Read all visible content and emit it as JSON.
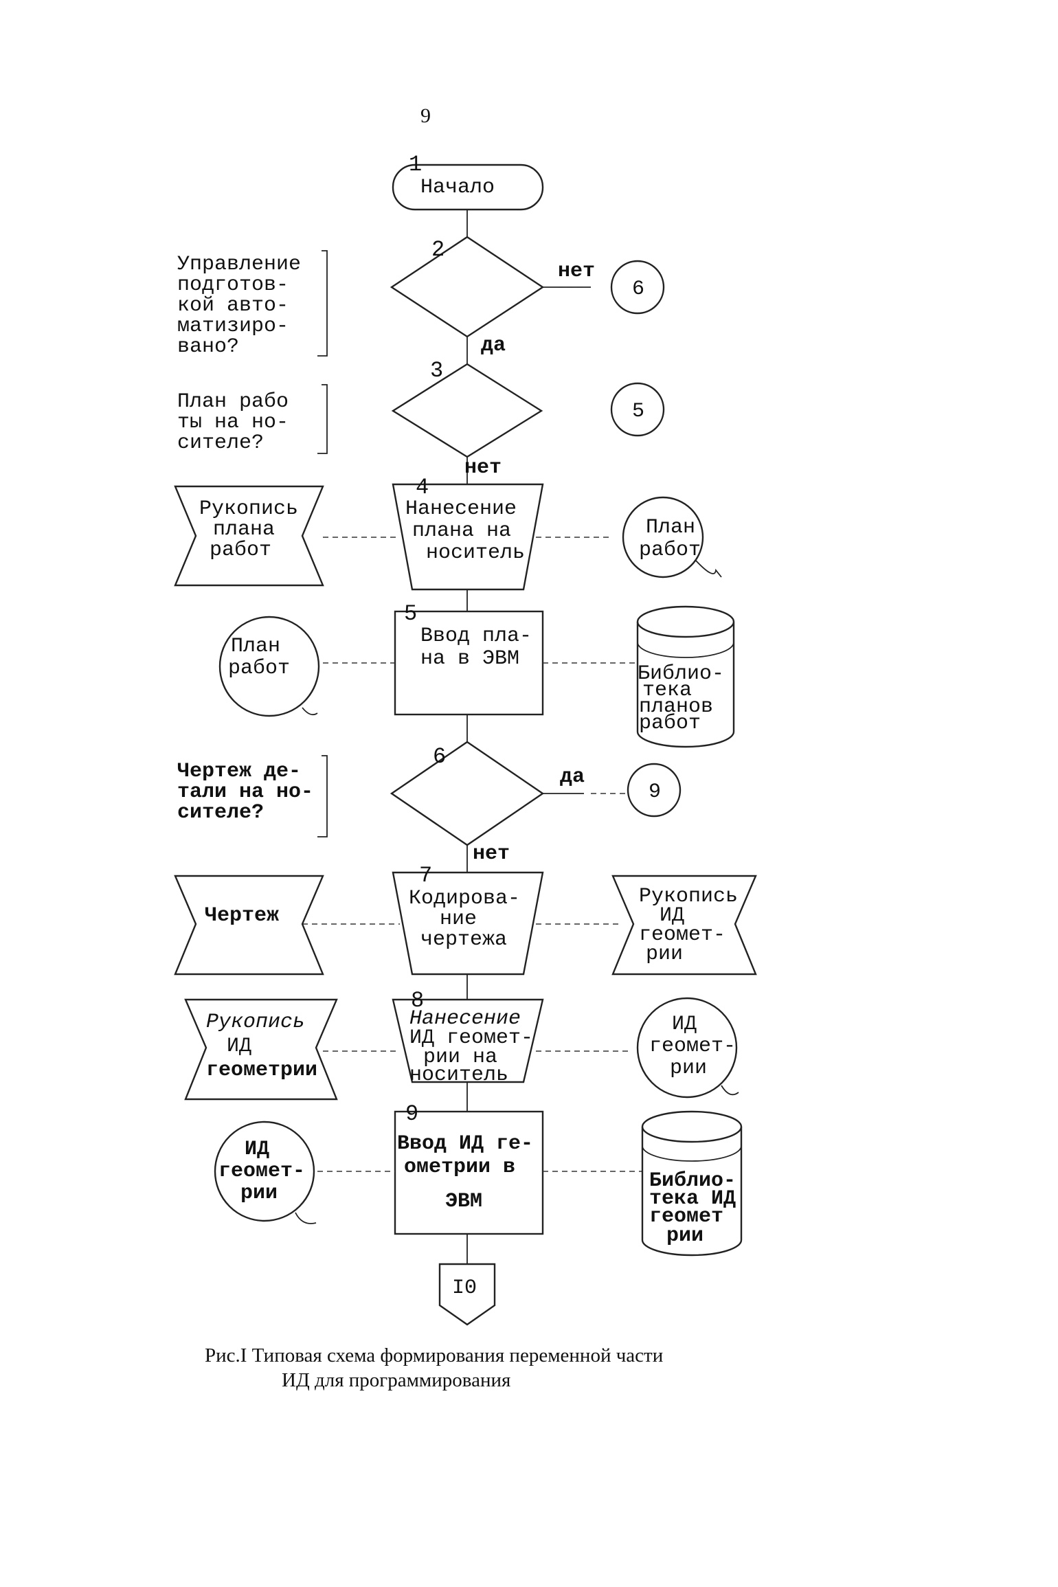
{
  "page_number": "9",
  "blocks": {
    "b1": {
      "num": "1",
      "lines": [
        "Начало"
      ]
    },
    "b2": {
      "num": "2"
    },
    "b3": {
      "num": "3"
    },
    "b4": {
      "num": "4",
      "lines": [
        "Нанесение",
        "плана на",
        "носитель"
      ]
    },
    "b5": {
      "num": "5",
      "lines": [
        "Ввод пла-",
        "на в ЭВМ"
      ]
    },
    "b6": {
      "num": "6"
    },
    "b7": {
      "num": "7",
      "lines": [
        "Кодирова-",
        "ние",
        "чертежа"
      ]
    },
    "b8": {
      "num": "8",
      "lines": [
        "Нанесение",
        "ИД геомет-",
        "рии на",
        "носитель"
      ]
    },
    "b9": {
      "num": "9",
      "lines": [
        "Ввод ИД ге-",
        "ометрии в",
        "ЭВМ"
      ]
    },
    "b10": {
      "label": "I0"
    }
  },
  "conditions": {
    "c2": [
      "Управление",
      "подготов-",
      "кой авто-",
      "матизиро-",
      "вано?"
    ],
    "c3": [
      "План рабо",
      "ты на но-",
      "сителе?"
    ],
    "c6": [
      "Чертеж де-",
      "тали на но-",
      "сителе?"
    ]
  },
  "branch_labels": {
    "d2_no": "нет",
    "d2_yes": "да",
    "d3_no": "нет",
    "d6_yes": "да",
    "d6_no": "нет"
  },
  "connectors": {
    "to6": "6",
    "to5": "5",
    "to9": "9"
  },
  "left_items": {
    "l4": [
      "Рукопись",
      "плана",
      "работ"
    ],
    "l5": [
      "План",
      "работ"
    ],
    "l7": [
      "Чертеж"
    ],
    "l8": [
      "Рукопись",
      "ИД",
      "геометрии"
    ],
    "l9": [
      "ИД",
      "геомет-",
      "рии"
    ]
  },
  "right_items": {
    "r4": [
      "План",
      "работ"
    ],
    "r5": [
      "Библио-",
      "тека",
      "планов",
      "работ"
    ],
    "r7": [
      "Рукопись",
      "ИД",
      "геомет-",
      "рии"
    ],
    "r8": [
      "ИД",
      "геомет-",
      "рии"
    ],
    "r9": [
      "Библио-",
      "тека ИД",
      "геомет",
      "рии"
    ]
  },
  "caption": {
    "line1": "Рис.I Типовая схема формирования переменной части",
    "line2": "ИД для программирования"
  }
}
